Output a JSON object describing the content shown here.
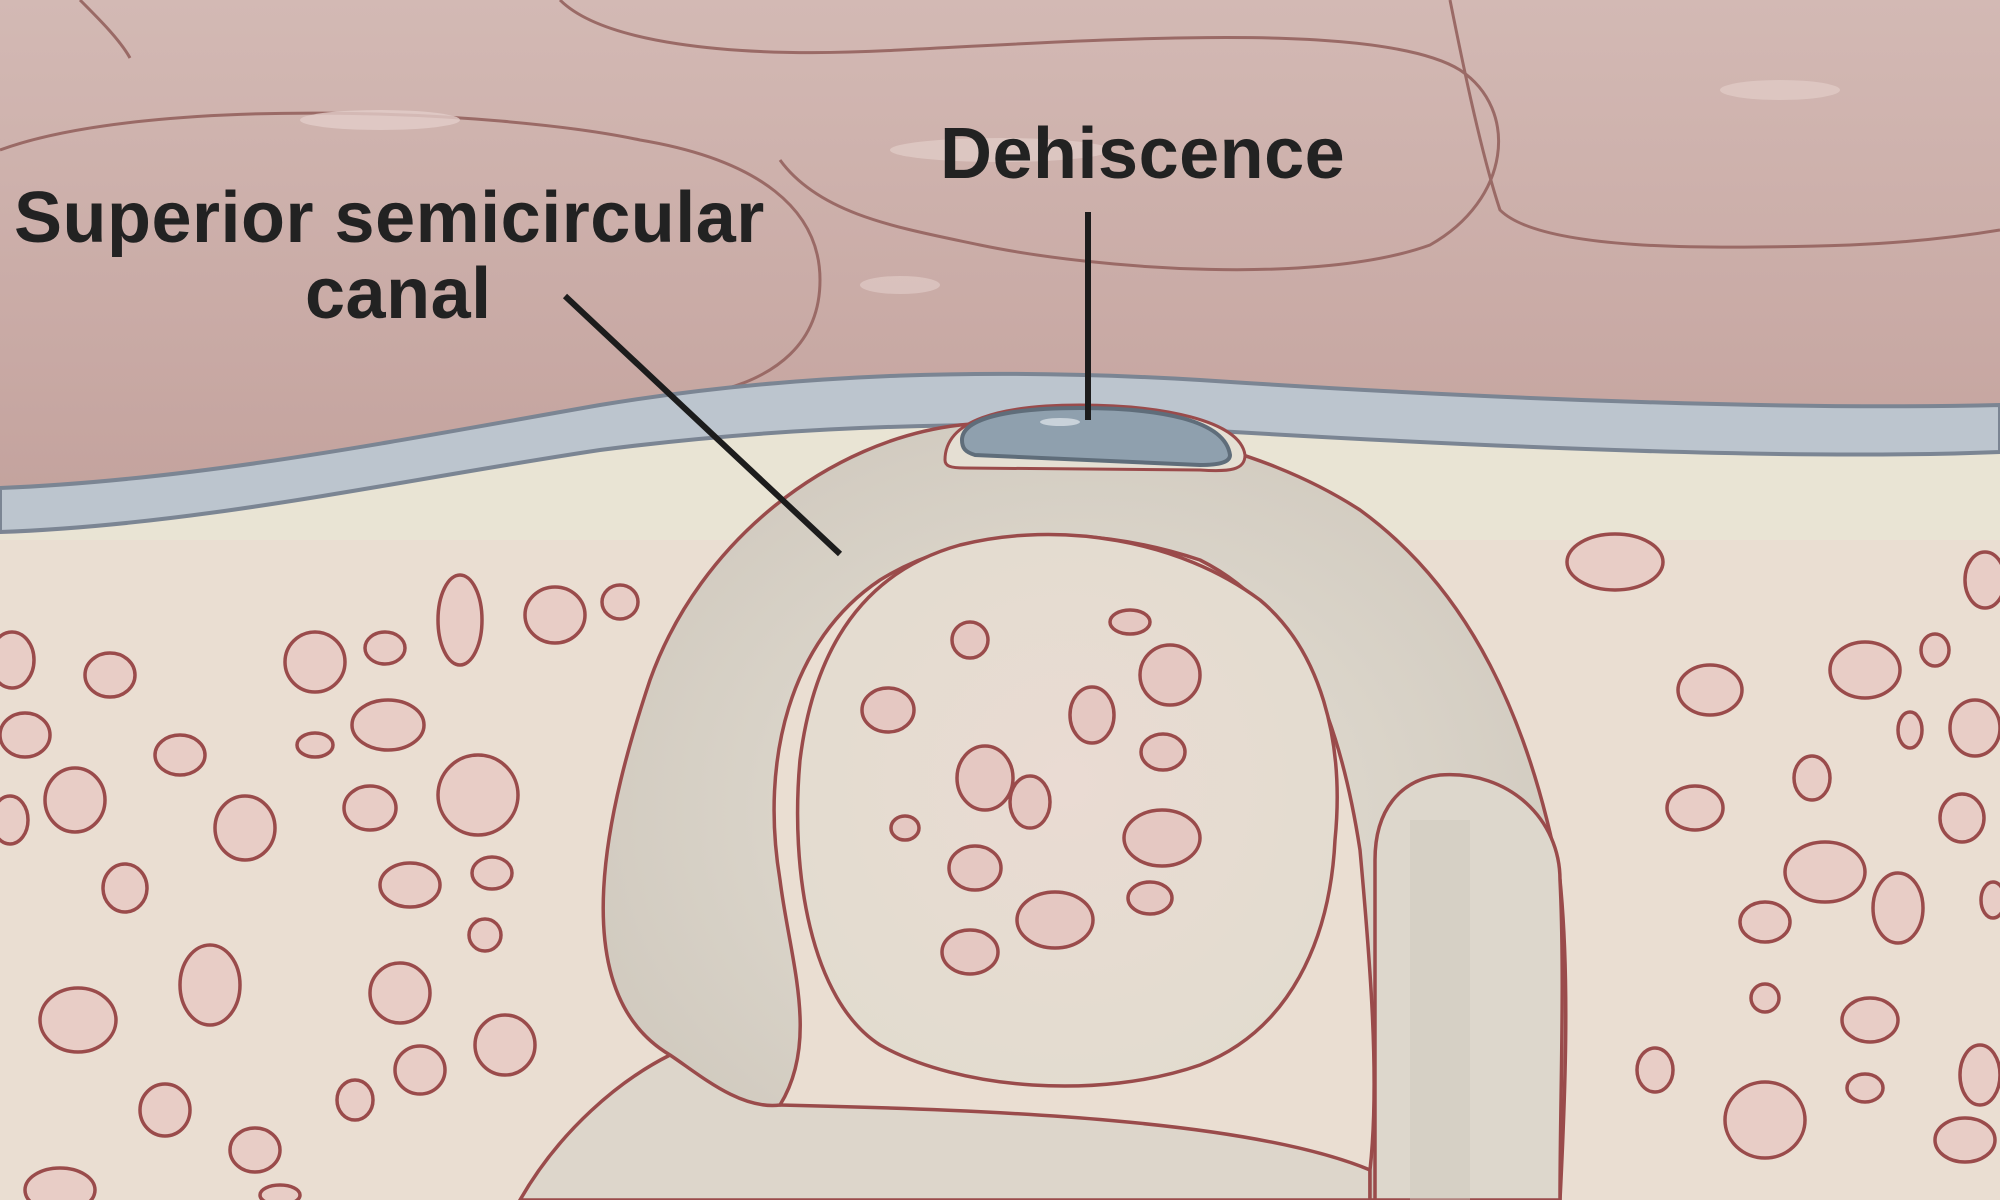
{
  "labels": {
    "dehiscence": "Dehiscence",
    "superior_canal_line1": "Superior semicircular",
    "superior_canal_line2": "canal"
  },
  "colors": {
    "brain": "#c8aaa5",
    "brain_shadow": "#b99893",
    "dura": "#b9c3cd",
    "dura_outline": "#7b8593",
    "bone": "#e9e4d4",
    "bone_pink": "#ead5cd",
    "canal": "#dcd6cc",
    "outline": "#9a4b4b",
    "defect": "#8fa0ae",
    "pointer": "#1c1c1c"
  }
}
